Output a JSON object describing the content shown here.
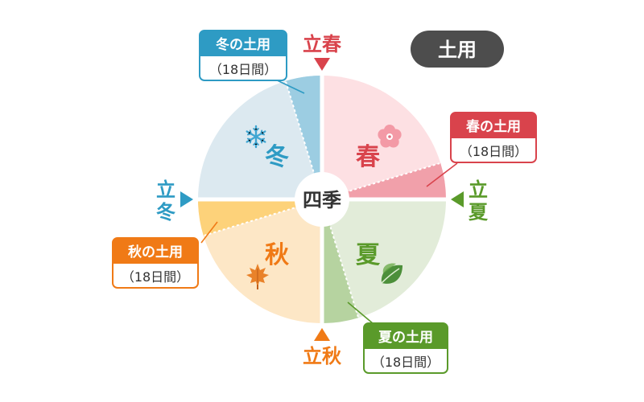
{
  "title_badge": "土用",
  "center_label": "四季",
  "seasons": {
    "spring": {
      "name": "春",
      "color": "#d9434c",
      "fill": "#fde0e3",
      "doyo_fill": "#f1a0aa"
    },
    "summer": {
      "name": "夏",
      "color": "#5a9a2a",
      "fill": "#e2ecd9",
      "doyo_fill": "#b6d3a0"
    },
    "autumn": {
      "name": "秋",
      "color": "#f07a16",
      "fill": "#fde7c6",
      "doyo_fill": "#fdd27a"
    },
    "winter": {
      "name": "冬",
      "color": "#2e9bc4",
      "fill": "#dce9f0",
      "doyo_fill": "#9ccde2"
    }
  },
  "markers": {
    "spring_start": "立春",
    "summer_start": [
      "立",
      "夏"
    ],
    "autumn_start": "立秋",
    "winter_start": [
      "立",
      "冬"
    ]
  },
  "callouts": {
    "winter": {
      "title": "冬の土用",
      "days": "（18日間）"
    },
    "spring": {
      "title": "春の土用",
      "days": "（18日間）"
    },
    "summer": {
      "title": "夏の土用",
      "days": "（18日間）"
    },
    "autumn": {
      "title": "秋の土用",
      "days": "（18日間）"
    }
  },
  "icons": {
    "winter": "snowflake-icon",
    "spring": "cherry-blossom-icon",
    "summer": "leaf-icon",
    "autumn": "maple-leaf-icon"
  }
}
